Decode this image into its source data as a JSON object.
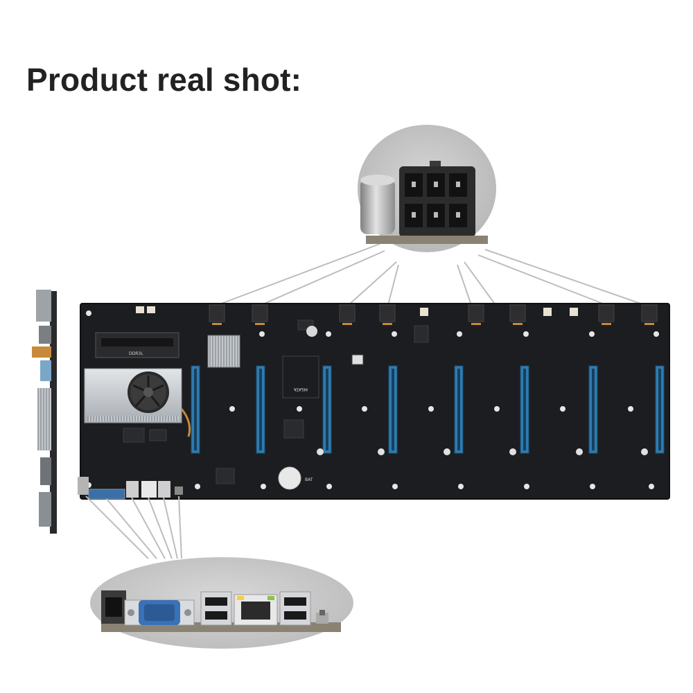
{
  "headline": "Product real shot:",
  "board_labels": {
    "msata": "MSATA",
    "bat": "BAT",
    "dimm": "DDR3L"
  },
  "counts": {
    "pcie_slots": 8,
    "power_connectors": 8,
    "rear_ports": [
      "HDMI",
      "VGA",
      "USB",
      "LAN",
      "USB",
      "Power switch"
    ]
  },
  "colors": {
    "pcb": "#1c1d20",
    "pcie": "#2f7bb0",
    "callout_bg": "#c9c9c9",
    "callout_line": "#bdbdbd",
    "heatsink": "#c8ccd0"
  },
  "icons": {
    "power_connector": "6-pin-pcie-power-icon",
    "fan": "fan-icon",
    "vga": "vga-port-icon",
    "ethernet": "ethernet-port-icon"
  }
}
